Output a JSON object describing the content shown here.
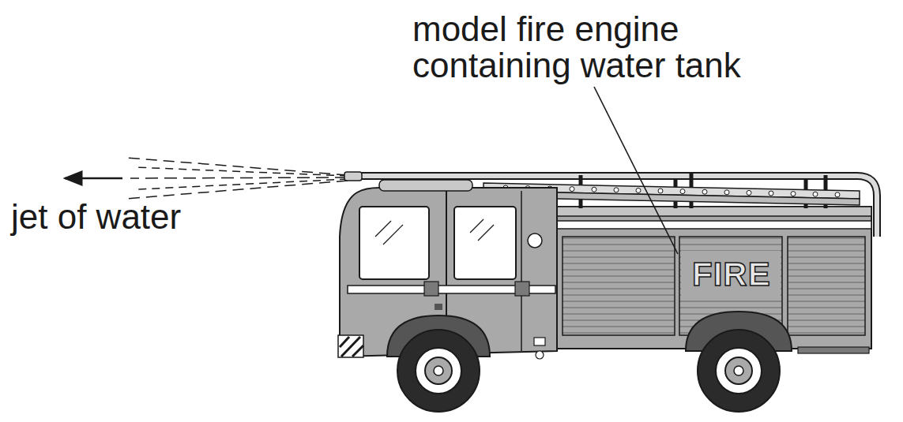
{
  "diagram": {
    "labels": [
      "model fire engine containing water tank",
      "jet of water",
      "FIRE"
    ]
  }
}
